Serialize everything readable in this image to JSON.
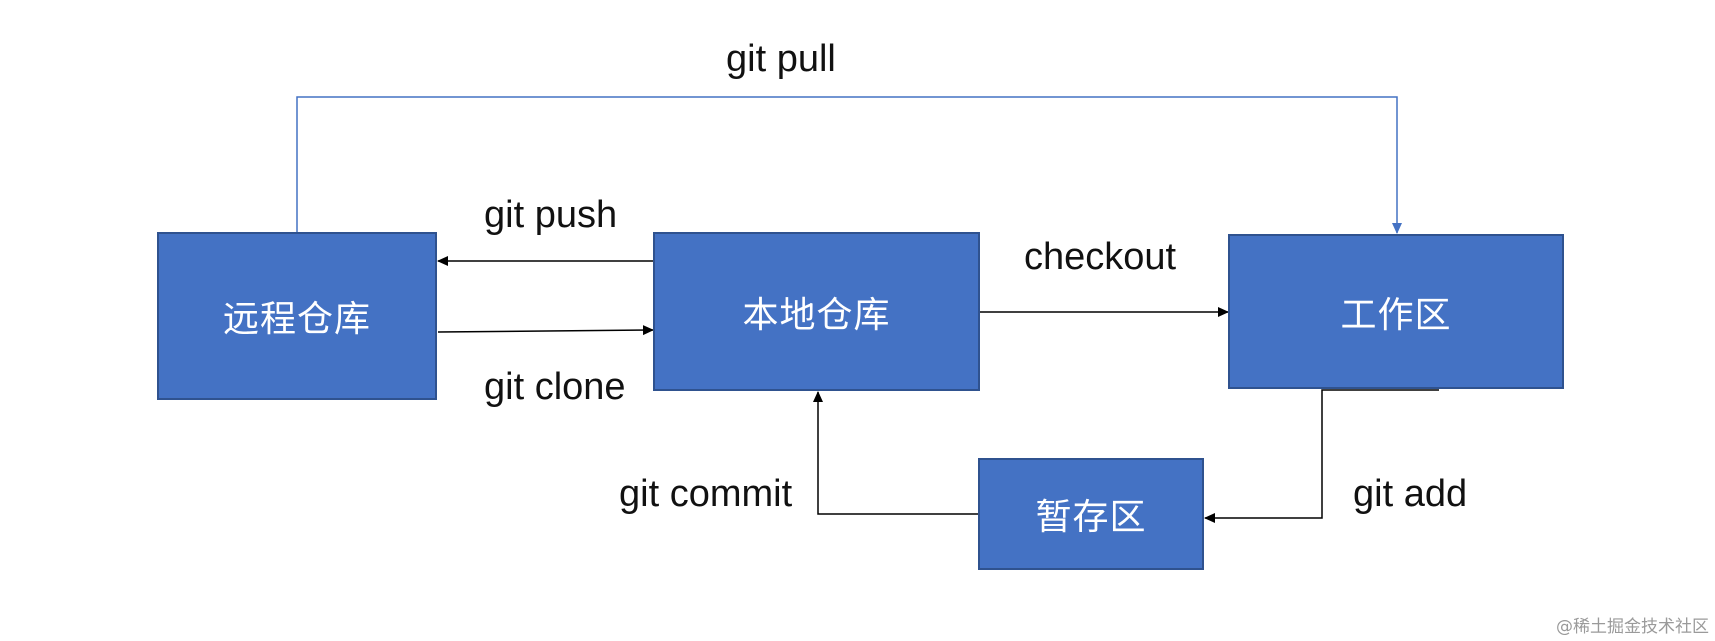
{
  "nodes": {
    "remote_repo": "远程仓库",
    "local_repo": "本地仓库",
    "workspace": "工作区",
    "staging": "暂存区"
  },
  "edges": {
    "git_pull": "git pull",
    "git_push": "git push",
    "git_clone": "git clone",
    "checkout": "checkout",
    "git_commit": "git commit",
    "git_add": "git add"
  },
  "colors": {
    "node_fill": "#4472C4",
    "node_border": "#2F528F",
    "pull_line": "#4472C4",
    "arrow_line": "#000000"
  },
  "watermark": "@稀土掘金技术社区"
}
